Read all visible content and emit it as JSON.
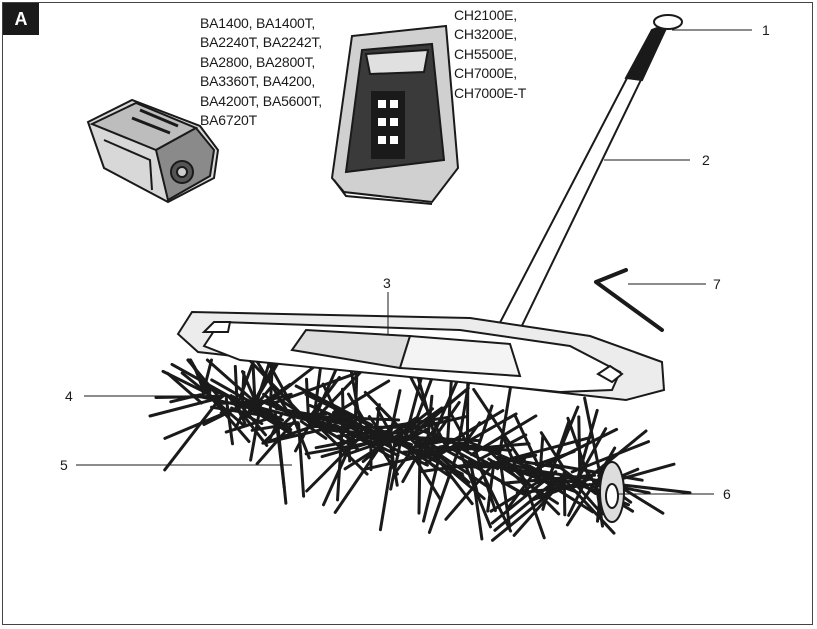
{
  "section": {
    "label": "A"
  },
  "battery_models": [
    "BA1400, BA1400T,",
    "BA2240T, BA2242T,",
    "BA2800, BA2800T,",
    "BA3360T, BA4200,",
    "BA4200T, BA5600T,",
    "BA6720T"
  ],
  "charger_models": [
    "CH2100E,",
    "CH3200E,",
    "CH5500E,",
    "CH7000E,",
    "CH7000E-T"
  ],
  "callouts": [
    {
      "number": "1",
      "part": "handle grip end cap"
    },
    {
      "number": "2",
      "part": "shaft"
    },
    {
      "number": "3",
      "part": "brush housing cover"
    },
    {
      "number": "4",
      "part": "bristle brush"
    },
    {
      "number": "5",
      "part": "brush roller"
    },
    {
      "number": "6",
      "part": "brush hub"
    },
    {
      "number": "7",
      "part": "hex key"
    }
  ],
  "colors": {
    "ink": "#1a1a1a",
    "badge": "#1a1a1a",
    "background": "#ffffff"
  }
}
